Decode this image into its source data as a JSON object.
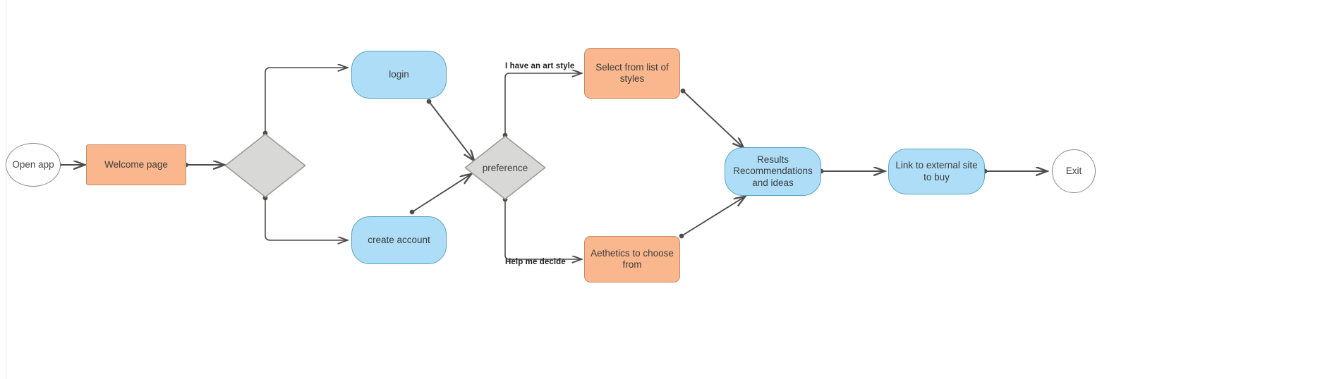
{
  "diagram": {
    "type": "flowchart",
    "title": "",
    "colors": {
      "node_blue": "#AEDEF7",
      "node_blue_stroke": "#5AA3C4",
      "node_orange": "#FAB68C",
      "node_orange_stroke": "#C08B68",
      "node_gray": "#D8D8D6",
      "node_gray_stroke": "#9A9A98",
      "edge_stroke": "#4D4D4D",
      "terminal_stroke": "#8C8C8C",
      "background": "#FFFFFF"
    },
    "nodes": [
      {
        "id": "open_app",
        "label": "Open app",
        "shape": "circle"
      },
      {
        "id": "welcome",
        "label": "Welcome page",
        "shape": "rectangle"
      },
      {
        "id": "auth_choice",
        "label": "",
        "shape": "diamond"
      },
      {
        "id": "login",
        "label": "login",
        "shape": "rounded"
      },
      {
        "id": "create",
        "label": "create account",
        "shape": "rounded"
      },
      {
        "id": "preference",
        "label": "preference",
        "shape": "diamond"
      },
      {
        "id": "styles_list",
        "label": "Select from list of styles",
        "shape": "rectangle"
      },
      {
        "id": "aesthetics",
        "label": "Aethetics to choose\nfrom",
        "shape": "rectangle"
      },
      {
        "id": "results",
        "label": "Results\nRecommendations\nand ideas",
        "shape": "rounded"
      },
      {
        "id": "external",
        "label": "Link to external site\nto buy",
        "shape": "rounded"
      },
      {
        "id": "exit",
        "label": "Exit",
        "shape": "circle"
      }
    ],
    "edge_labels": {
      "art_style": "I have an art style",
      "help_decide": "Help me decide"
    },
    "edges": [
      {
        "from": "open_app",
        "to": "welcome",
        "label": ""
      },
      {
        "from": "welcome",
        "to": "auth_choice",
        "label": ""
      },
      {
        "from": "auth_choice",
        "to": "login",
        "label": ""
      },
      {
        "from": "auth_choice",
        "to": "create",
        "label": ""
      },
      {
        "from": "login",
        "to": "preference",
        "label": ""
      },
      {
        "from": "create",
        "to": "preference",
        "label": ""
      },
      {
        "from": "preference",
        "to": "styles_list",
        "label": "I have an art style"
      },
      {
        "from": "preference",
        "to": "aesthetics",
        "label": "Help me decide"
      },
      {
        "from": "styles_list",
        "to": "results",
        "label": ""
      },
      {
        "from": "aesthetics",
        "to": "results",
        "label": ""
      },
      {
        "from": "results",
        "to": "external",
        "label": ""
      },
      {
        "from": "external",
        "to": "exit",
        "label": ""
      }
    ]
  }
}
